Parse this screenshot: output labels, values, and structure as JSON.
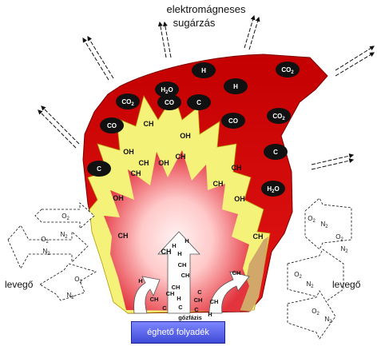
{
  "title_line1": "elektromágneses",
  "title_line2": "sugárzás",
  "left_label": "levegő",
  "right_label": "levegő",
  "base_label": "éghető folyadék",
  "vapor_label": "gőzfázis",
  "molecules": [
    "CO2",
    "H",
    "H2O",
    "H",
    "CO2",
    "CO2",
    "C",
    "CO",
    "CO",
    "CO",
    "C",
    "C",
    "H2O"
  ],
  "radicals": [
    "CH",
    "OH",
    "OH",
    "CH",
    "OH",
    "CH",
    "OH",
    "CH",
    "CH",
    "CH",
    "OH",
    "CH",
    "CH",
    "CH"
  ],
  "vapor_species": [
    "H",
    "H",
    "H",
    "CH",
    "CH",
    "H",
    "CH",
    "CH",
    "C",
    "C",
    "CH",
    "CH",
    "CH",
    "C",
    "H",
    "C",
    "H",
    "CH"
  ],
  "air_species": [
    "O2",
    "N2",
    "O2",
    "N2",
    "O2",
    "N2",
    "O2",
    "N2",
    "O2",
    "N2",
    "O2",
    "N2",
    "O2",
    "N2"
  ],
  "colors": {
    "flame_outer": "#d90c0c",
    "flame_inner": "#f3f174",
    "core_center": "#ffd6d6",
    "core_edge": "#e8353f",
    "molecule_bg": "#111111",
    "base_bg": "#4a55e0"
  }
}
